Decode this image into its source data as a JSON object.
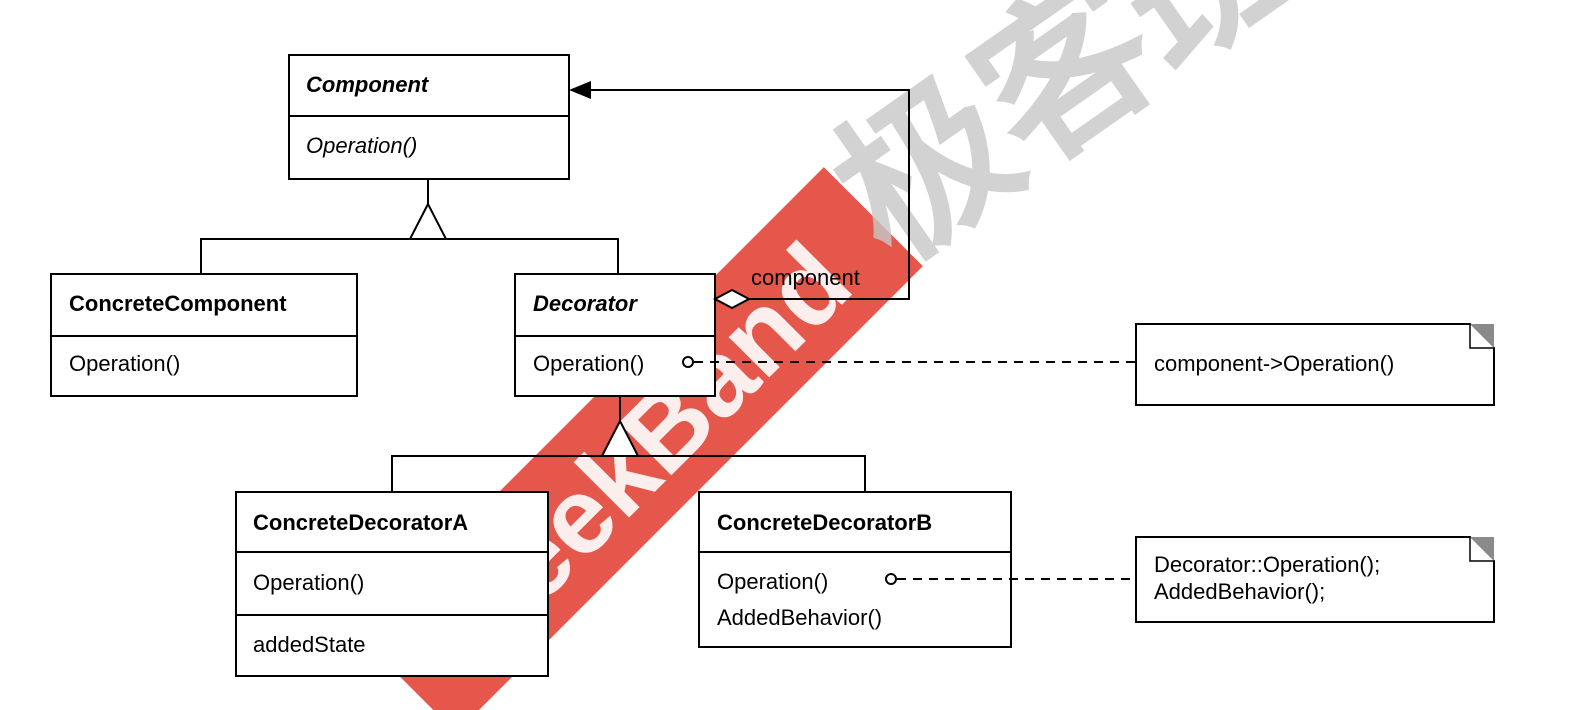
{
  "classes": {
    "component": {
      "name": "Component",
      "operations": [
        "Operation()"
      ]
    },
    "concrete_component": {
      "name": "ConcreteComponent",
      "operations": [
        "Operation()"
      ]
    },
    "decorator": {
      "name": "Decorator",
      "operations": [
        "Operation()"
      ]
    },
    "concrete_decorator_a": {
      "name": "ConcreteDecoratorA",
      "operations": [
        "Operation()"
      ],
      "attributes": [
        "addedState"
      ]
    },
    "concrete_decorator_b": {
      "name": "ConcreteDecoratorB",
      "operations": [
        "Operation()",
        "AddedBehavior()"
      ]
    }
  },
  "associations": {
    "decorator_to_component": {
      "role": "component"
    }
  },
  "notes": {
    "decorator_note": {
      "lines": [
        "component->Operation()"
      ]
    },
    "decorator_b_note": {
      "lines": [
        "Decorator::Operation();",
        "AddedBehavior();"
      ]
    }
  },
  "watermarks": {
    "left": "GeekBand",
    "right": "极客班",
    "left_color": "#e23a2c",
    "right_color": "#c8c8c8"
  }
}
